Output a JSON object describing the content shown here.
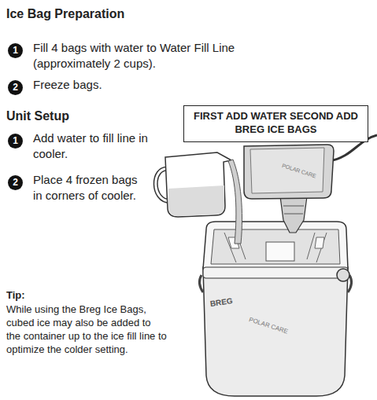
{
  "diagram": {
    "nodes": [
      {
        "text": [
          "FIRST ADD WATER SECOND ADD BREG ICE BAGS"
        ]
      }
    ],
    "labels": [
      "Ice Bag Preparation",
      "1",
      "Fill 4 bags with water to Water Fill Line (approximately 2 cups).",
      "2",
      "Freeze bags.",
      "Unit Setup",
      "1",
      "Add water to fill line in cooler.",
      "2",
      "Place 4 frozen bags in corners of cooler.",
      "Tip:",
      "While using the Breg Ice Bags, cubed ice may also be added to the container up to the ice fill line to optimize the colder setting.",
      "BREG",
      "POLAR CARE",
      "POLAR CARE"
    ]
  }
}
